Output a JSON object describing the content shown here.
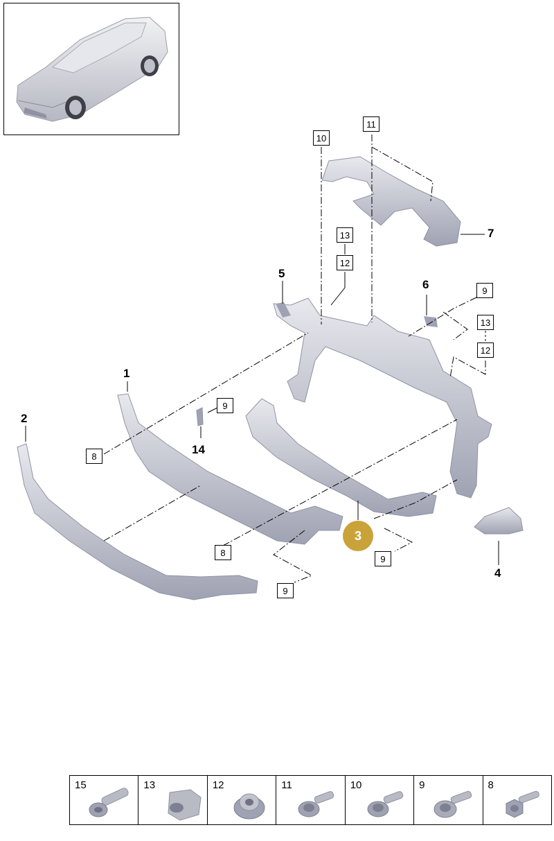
{
  "diagram": {
    "part_labels": [
      "1",
      "2",
      "3",
      "4",
      "5",
      "6",
      "7",
      "14"
    ],
    "selected_part": "3",
    "callouts": [
      "8",
      "8",
      "9",
      "9",
      "9",
      "9",
      "10",
      "11",
      "12",
      "12",
      "13",
      "13"
    ]
  },
  "fasteners": [
    {
      "number": "15",
      "icon": "long-bolt-icon"
    },
    {
      "number": "13",
      "icon": "hex-nut-icon"
    },
    {
      "number": "12",
      "icon": "flange-nut-icon"
    },
    {
      "number": "11",
      "icon": "flange-bolt-icon"
    },
    {
      "number": "10",
      "icon": "flange-bolt-icon"
    },
    {
      "number": "9",
      "icon": "washer-bolt-icon"
    },
    {
      "number": "8",
      "icon": "hex-bolt-icon"
    }
  ],
  "colors": {
    "highlight": "#c9a33a",
    "part_fill": "#c7c9d3",
    "part_shadow": "#8f92a3",
    "line": "#000000"
  }
}
